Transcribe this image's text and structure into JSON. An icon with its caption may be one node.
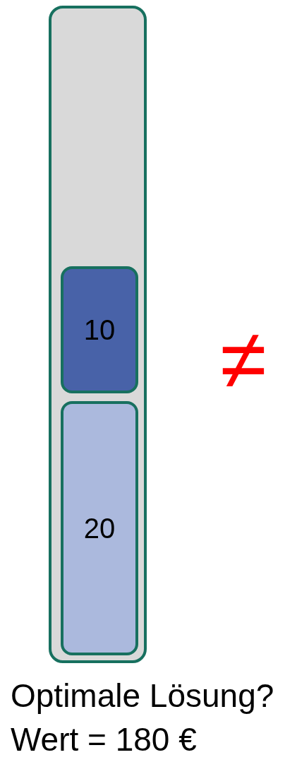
{
  "diagram": {
    "nodes": [
      {
        "text": [],
        "shape": "box"
      },
      {
        "text": [
          "10"
        ],
        "in": 0
      },
      {
        "text": [
          "20"
        ],
        "in": 0
      }
    ],
    "edges": [],
    "labels": [
      "≠",
      "Optimale Lösung?",
      "Wert = 180 €"
    ]
  }
}
